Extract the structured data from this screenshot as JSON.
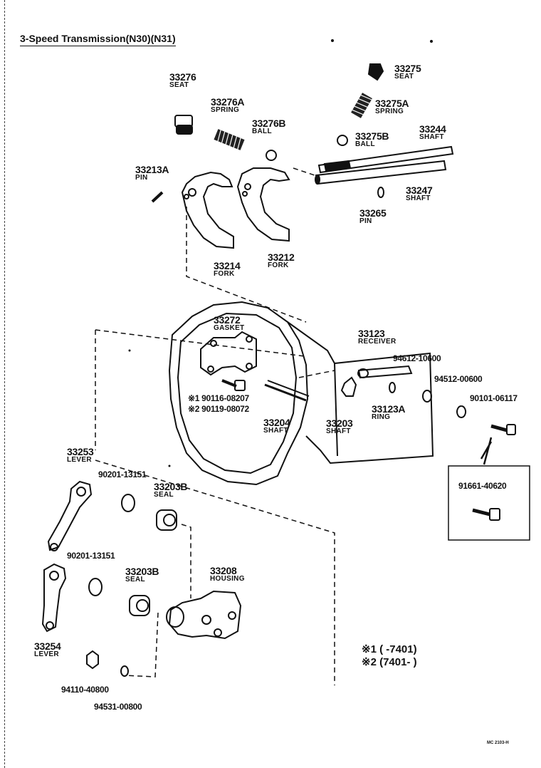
{
  "title": "3-Speed Transmission(N30)(N31)",
  "footer_code": "MC 2103-H",
  "notes": [
    "※1 (       -7401)",
    "※2 (7401-        )"
  ],
  "parts": [
    {
      "id": "33276",
      "pn": "33276",
      "name": "SEAT"
    },
    {
      "id": "33276a",
      "pn": "33276A",
      "name": "SPRING"
    },
    {
      "id": "33276b",
      "pn": "33276B",
      "name": "BALL"
    },
    {
      "id": "33275",
      "pn": "33275",
      "name": "SEAT"
    },
    {
      "id": "33275a",
      "pn": "33275A",
      "name": "SPRING"
    },
    {
      "id": "33275b",
      "pn": "33275B",
      "name": "BALL"
    },
    {
      "id": "33244",
      "pn": "33244",
      "name": "SHAFT"
    },
    {
      "id": "33247",
      "pn": "33247",
      "name": "SHAFT"
    },
    {
      "id": "33265",
      "pn": "33265",
      "name": "PIN"
    },
    {
      "id": "33213a",
      "pn": "33213A",
      "name": "PIN"
    },
    {
      "id": "33214",
      "pn": "33214",
      "name": "FORK"
    },
    {
      "id": "33212",
      "pn": "33212",
      "name": "FORK"
    },
    {
      "id": "33272",
      "pn": "33272",
      "name": "GASKET"
    },
    {
      "id": "33123",
      "pn": "33123",
      "name": "RECEIVER"
    },
    {
      "id": "94612",
      "pn": "94612-10600",
      "name": ""
    },
    {
      "id": "94512",
      "pn": "94512-00600",
      "name": ""
    },
    {
      "id": "90101",
      "pn": "90101-06117",
      "name": ""
    },
    {
      "id": "90116",
      "pn": "※1 90116-08207",
      "name": ""
    },
    {
      "id": "90119",
      "pn": "※2 90119-08072",
      "name": ""
    },
    {
      "id": "33204",
      "pn": "33204",
      "name": "SHAFT"
    },
    {
      "id": "33203",
      "pn": "33203",
      "name": "SHAFT"
    },
    {
      "id": "33123a",
      "pn": "33123A",
      "name": "RING"
    },
    {
      "id": "91661",
      "pn": "91661-40620",
      "name": ""
    },
    {
      "id": "33253",
      "pn": "33253",
      "name": "LEVER"
    },
    {
      "id": "90201a",
      "pn": "90201-13151",
      "name": ""
    },
    {
      "id": "33203b_top",
      "pn": "33203B",
      "name": "SEAL"
    },
    {
      "id": "90201b",
      "pn": "90201-13151",
      "name": ""
    },
    {
      "id": "33203b",
      "pn": "33203B",
      "name": "SEAL"
    },
    {
      "id": "33208",
      "pn": "33208",
      "name": "HOUSING"
    },
    {
      "id": "33254",
      "pn": "33254",
      "name": "LEVER"
    },
    {
      "id": "94110",
      "pn": "94110-40800",
      "name": ""
    },
    {
      "id": "94531",
      "pn": "94531-00800",
      "name": ""
    }
  ]
}
